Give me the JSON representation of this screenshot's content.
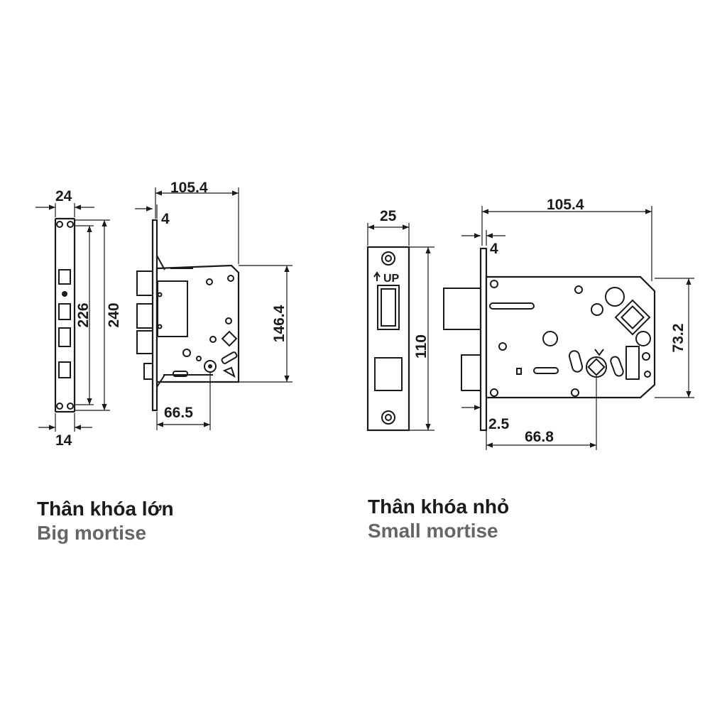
{
  "big": {
    "dims": {
      "faceplate_width": "24",
      "overall_height": "240",
      "hole_spacing": "226",
      "bottom_width": "14",
      "case_width": "105.4",
      "faceplate_thickness": "4",
      "case_height": "146.4",
      "backset": "66.5"
    },
    "caption_vi": "Thân khóa lớn",
    "caption_en": "Big mortise"
  },
  "small": {
    "dims": {
      "faceplate_width": "25",
      "faceplate_height": "110",
      "up_mark": "UP",
      "case_width": "105.4",
      "faceplate_thickness": "4",
      "case_height": "73.2",
      "step": "2.5",
      "backset": "66.8"
    },
    "caption_vi": "Thân khóa nhỏ",
    "caption_en": "Small mortise"
  }
}
